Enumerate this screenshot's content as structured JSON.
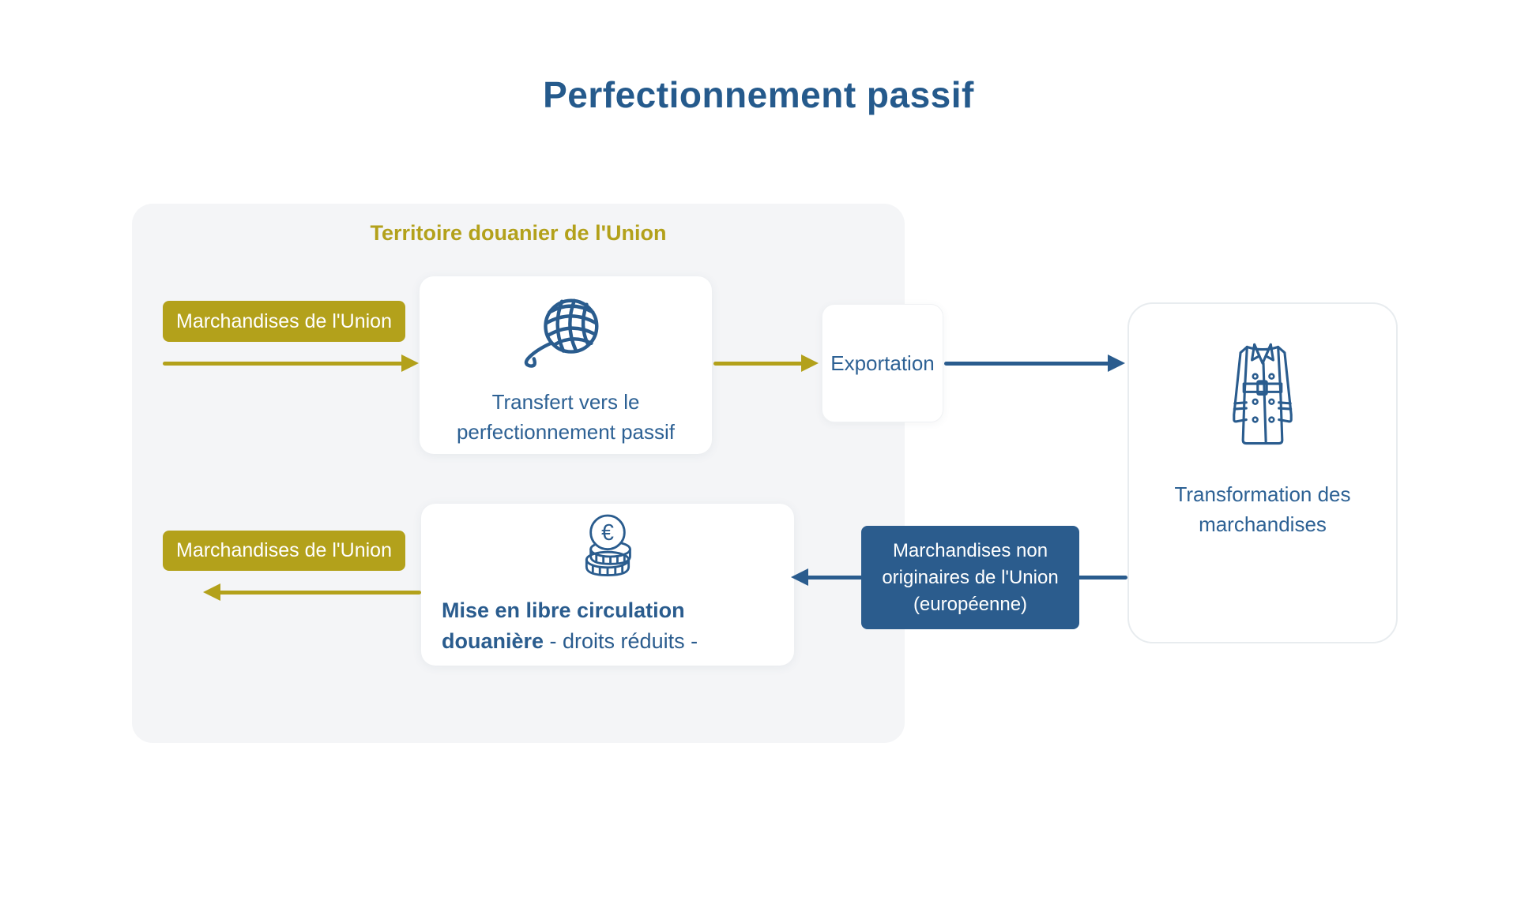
{
  "title": "Perfectionnement passif",
  "colors": {
    "gold": "#b3a11b",
    "blue": "#2a5c8e",
    "blue_dark": "#255a8c",
    "dark_box": "#2b5c8d",
    "container_bg": "#f4f5f7"
  },
  "territory": {
    "heading": "Territoire douanier de l'Union"
  },
  "flow": {
    "union_goods_top": "Marchandises de l'Union",
    "transfer": {
      "icon": "yarn-ball-icon",
      "line1": "Transfert vers le",
      "line2": "perfectionnement passif"
    },
    "export_label": "Exportation",
    "transform": {
      "icon": "trench-coat-icon",
      "line1": "Transformation des",
      "line2": "marchandises"
    },
    "non_union_box": {
      "line1": "Marchandises non",
      "line2": "originaires de l'Union",
      "line3": "(européenne)"
    },
    "release": {
      "icon": "euro-coins-icon",
      "bold_line1": "Mise en libre circulation",
      "bold_line2": "douanière",
      "regular_line2": " - droits réduits -"
    },
    "union_goods_bottom": "Marchandises de l'Union"
  }
}
